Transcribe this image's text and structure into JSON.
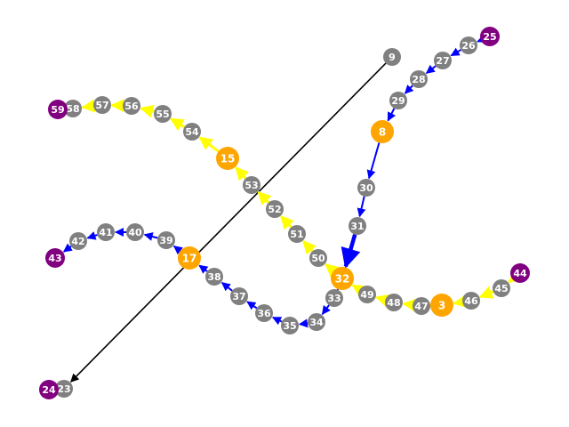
{
  "graph": {
    "colors": {
      "gray_node": "#808080",
      "orange_node": "#FFA500",
      "purple_node": "#800080",
      "blue_edge": "#0000FF",
      "yellow_edge": "#FFFF00",
      "black_edge": "#000000"
    },
    "nodes": [
      {
        "id": "9",
        "color": "gray"
      },
      {
        "id": "23",
        "color": "gray"
      },
      {
        "id": "24",
        "color": "purple"
      },
      {
        "id": "25",
        "color": "purple"
      },
      {
        "id": "26",
        "color": "gray"
      },
      {
        "id": "27",
        "color": "gray"
      },
      {
        "id": "28",
        "color": "gray"
      },
      {
        "id": "29",
        "color": "gray"
      },
      {
        "id": "8",
        "color": "orange"
      },
      {
        "id": "30",
        "color": "gray"
      },
      {
        "id": "31",
        "color": "gray"
      },
      {
        "id": "32",
        "color": "orange"
      },
      {
        "id": "33",
        "color": "gray"
      },
      {
        "id": "34",
        "color": "gray"
      },
      {
        "id": "35",
        "color": "gray"
      },
      {
        "id": "36",
        "color": "gray"
      },
      {
        "id": "37",
        "color": "gray"
      },
      {
        "id": "38",
        "color": "gray"
      },
      {
        "id": "17",
        "color": "orange"
      },
      {
        "id": "39",
        "color": "gray"
      },
      {
        "id": "40",
        "color": "gray"
      },
      {
        "id": "41",
        "color": "gray"
      },
      {
        "id": "42",
        "color": "gray"
      },
      {
        "id": "43",
        "color": "purple"
      },
      {
        "id": "44",
        "color": "purple"
      },
      {
        "id": "45",
        "color": "gray"
      },
      {
        "id": "46",
        "color": "gray"
      },
      {
        "id": "3",
        "color": "orange"
      },
      {
        "id": "47",
        "color": "gray"
      },
      {
        "id": "48",
        "color": "gray"
      },
      {
        "id": "49",
        "color": "gray"
      },
      {
        "id": "50",
        "color": "gray"
      },
      {
        "id": "51",
        "color": "gray"
      },
      {
        "id": "52",
        "color": "gray"
      },
      {
        "id": "53",
        "color": "gray"
      },
      {
        "id": "15",
        "color": "orange"
      },
      {
        "id": "54",
        "color": "gray"
      },
      {
        "id": "55",
        "color": "gray"
      },
      {
        "id": "56",
        "color": "gray"
      },
      {
        "id": "57",
        "color": "gray"
      },
      {
        "id": "58",
        "color": "gray"
      },
      {
        "id": "59",
        "color": "purple"
      }
    ],
    "edges": [
      {
        "from": "9",
        "to": "23",
        "color": "black"
      },
      {
        "from": "25",
        "to": "26",
        "color": "blue"
      },
      {
        "from": "26",
        "to": "27",
        "color": "blue"
      },
      {
        "from": "27",
        "to": "28",
        "color": "blue"
      },
      {
        "from": "28",
        "to": "29",
        "color": "blue"
      },
      {
        "from": "29",
        "to": "8",
        "color": "blue"
      },
      {
        "from": "8",
        "to": "30",
        "color": "blue"
      },
      {
        "from": "30",
        "to": "31",
        "color": "blue"
      },
      {
        "from": "31",
        "to": "32",
        "color": "blue",
        "weight": "heavy"
      },
      {
        "from": "32",
        "to": "33",
        "color": "blue"
      },
      {
        "from": "33",
        "to": "34",
        "color": "blue"
      },
      {
        "from": "34",
        "to": "35",
        "color": "blue"
      },
      {
        "from": "35",
        "to": "36",
        "color": "blue"
      },
      {
        "from": "36",
        "to": "37",
        "color": "blue"
      },
      {
        "from": "37",
        "to": "38",
        "color": "blue"
      },
      {
        "from": "38",
        "to": "17",
        "color": "blue"
      },
      {
        "from": "17",
        "to": "39",
        "color": "blue"
      },
      {
        "from": "39",
        "to": "40",
        "color": "blue"
      },
      {
        "from": "40",
        "to": "41",
        "color": "blue"
      },
      {
        "from": "41",
        "to": "42",
        "color": "blue"
      },
      {
        "from": "42",
        "to": "43",
        "color": "blue"
      },
      {
        "from": "44",
        "to": "45",
        "color": "yellow"
      },
      {
        "from": "45",
        "to": "46",
        "color": "yellow"
      },
      {
        "from": "46",
        "to": "3",
        "color": "yellow"
      },
      {
        "from": "3",
        "to": "47",
        "color": "yellow"
      },
      {
        "from": "47",
        "to": "48",
        "color": "yellow"
      },
      {
        "from": "48",
        "to": "49",
        "color": "yellow"
      },
      {
        "from": "49",
        "to": "32",
        "color": "yellow"
      },
      {
        "from": "32",
        "to": "50",
        "color": "yellow"
      },
      {
        "from": "50",
        "to": "51",
        "color": "yellow"
      },
      {
        "from": "51",
        "to": "52",
        "color": "yellow"
      },
      {
        "from": "52",
        "to": "53",
        "color": "yellow"
      },
      {
        "from": "53",
        "to": "15",
        "color": "yellow"
      },
      {
        "from": "15",
        "to": "54",
        "color": "yellow"
      },
      {
        "from": "54",
        "to": "55",
        "color": "yellow"
      },
      {
        "from": "55",
        "to": "56",
        "color": "yellow"
      },
      {
        "from": "56",
        "to": "57",
        "color": "yellow"
      },
      {
        "from": "57",
        "to": "58",
        "color": "yellow"
      },
      {
        "from": "58",
        "to": "59",
        "color": "yellow"
      }
    ]
  }
}
